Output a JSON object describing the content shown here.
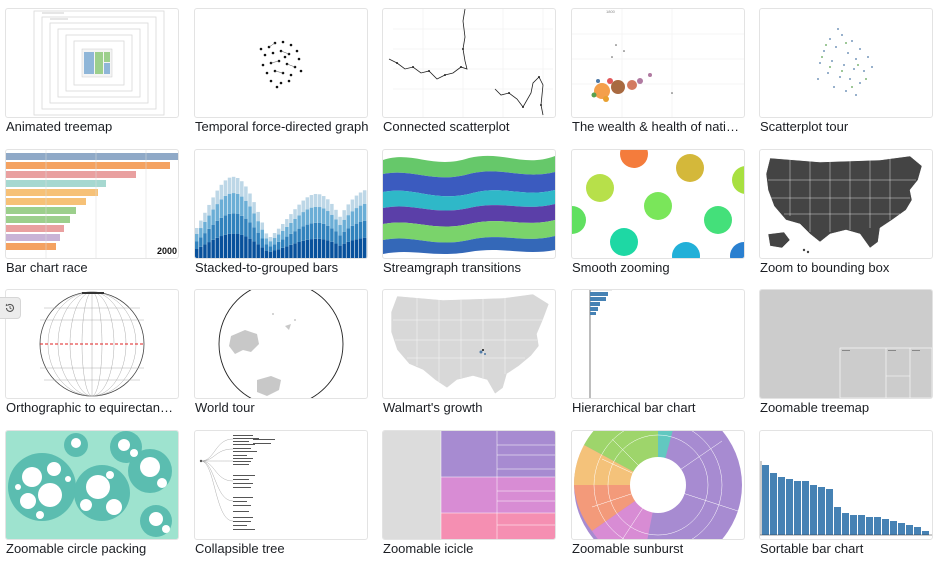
{
  "gallery": {
    "items": [
      {
        "title": "Animated treemap"
      },
      {
        "title": "Temporal force-directed graph"
      },
      {
        "title": "Connected scatterplot"
      },
      {
        "title": "The wealth & health of nations"
      },
      {
        "title": "Scatterplot tour"
      },
      {
        "title": "Bar chart race",
        "badge": "2000"
      },
      {
        "title": "Stacked-to-grouped bars"
      },
      {
        "title": "Streamgraph transitions"
      },
      {
        "title": "Smooth zooming"
      },
      {
        "title": "Zoom to bounding box"
      },
      {
        "title": "Orthographic to equirectangular"
      },
      {
        "title": "World tour"
      },
      {
        "title": "Walmart's growth"
      },
      {
        "title": "Hierarchical bar chart"
      },
      {
        "title": "Zoomable treemap"
      },
      {
        "title": "Zoomable circle packing"
      },
      {
        "title": "Collapsible tree"
      },
      {
        "title": "Zoomable icicle"
      },
      {
        "title": "Zoomable sunburst"
      },
      {
        "title": "Sortable bar chart"
      }
    ]
  },
  "float_button": {
    "icon": "history-icon"
  },
  "colors": {
    "accent_blue": "#4682b4",
    "caption": "#1b1e23",
    "border": "#e3e3e3"
  }
}
